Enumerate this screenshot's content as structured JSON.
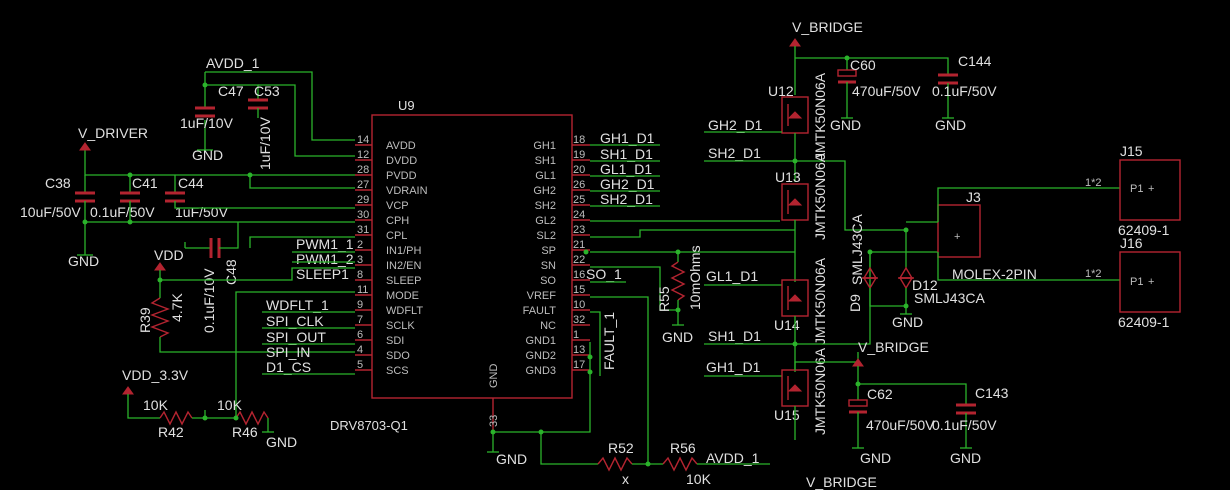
{
  "nets": {
    "avdd1": "AVDD_1",
    "vdriver": "V_DRIVER",
    "vdd": "VDD",
    "vdd33": "VDD_3.3V",
    "vbridge": "V_BRIDGE",
    "gnd": "GND",
    "gh1d1": "GH1_D1",
    "sh1d1": "SH1_D1",
    "gl1d1": "GL1_D1",
    "gh2d1": "GH2_D1",
    "sh2d1": "SH2_D1",
    "pwm11": "PWM1_1",
    "pwm12": "PWM1_2",
    "sleep1": "SLEEP1",
    "wdflt1": "WDFLT_1",
    "spiclk": "SPI_CLK",
    "spiout": "SPI_OUT",
    "spiin": "SPI_IN",
    "d1cs": "D1_CS",
    "so1": "SO_1",
    "fault1": "FAULT_1"
  },
  "ic": {
    "ref": "U9",
    "value": "DRV8703-Q1",
    "gnd_label": "GND",
    "left_pins": [
      {
        "num": "14",
        "name": "AVDD"
      },
      {
        "num": "12",
        "name": "DVDD"
      },
      {
        "num": "28",
        "name": "PVDD"
      },
      {
        "num": "27",
        "name": "VDRAIN"
      },
      {
        "num": "29",
        "name": "VCP"
      },
      {
        "num": "30",
        "name": "CPH"
      },
      {
        "num": "31",
        "name": "CPL"
      },
      {
        "num": "2",
        "name": "IN1/PH"
      },
      {
        "num": "3",
        "name": "IN2/EN"
      },
      {
        "num": "8",
        "name": "SLEEP"
      },
      {
        "num": "11",
        "name": "MODE"
      },
      {
        "num": "9",
        "name": "WDFLT"
      },
      {
        "num": "7",
        "name": "SCLK"
      },
      {
        "num": "6",
        "name": "SDI"
      },
      {
        "num": "4",
        "name": "SDO"
      },
      {
        "num": "5",
        "name": "SCS"
      }
    ],
    "right_pins": [
      {
        "num": "18",
        "name": "GH1"
      },
      {
        "num": "19",
        "name": "SH1"
      },
      {
        "num": "20",
        "name": "GL1"
      },
      {
        "num": "26",
        "name": "GH2"
      },
      {
        "num": "25",
        "name": "SH2"
      },
      {
        "num": "24",
        "name": "GL2"
      },
      {
        "num": "23",
        "name": "SL2"
      },
      {
        "num": "21",
        "name": "SP"
      },
      {
        "num": "22",
        "name": "SN"
      },
      {
        "num": "16",
        "name": "SO"
      },
      {
        "num": "15",
        "name": "VREF"
      },
      {
        "num": "10",
        "name": "FAULT"
      },
      {
        "num": "32",
        "name": "NC"
      },
      {
        "num": "1",
        "name": "GND1"
      },
      {
        "num": "13",
        "name": "GND2"
      },
      {
        "num": "17",
        "name": "GND3"
      }
    ],
    "bottom_pin": "33"
  },
  "caps": {
    "c47": {
      "ref": "C47",
      "value": "1uF/10V"
    },
    "c53": {
      "ref": "C53",
      "value": "1uF/10V"
    },
    "c38": {
      "ref": "C38",
      "value": "10uF/50V"
    },
    "c41": {
      "ref": "C41",
      "value": "0.1uF/50V"
    },
    "c44": {
      "ref": "C44",
      "value": "1uF/50V"
    },
    "c48": {
      "ref": "C48",
      "value": "0.1uF/10V"
    },
    "c60": {
      "ref": "C60",
      "value": "470uF/50V"
    },
    "c144": {
      "ref": "C144",
      "value": "0.1uF/50V"
    },
    "c62": {
      "ref": "C62",
      "value": "470uF/50V"
    },
    "c143": {
      "ref": "C143",
      "value": "0.1uF/50V"
    }
  },
  "resistors": {
    "r39": {
      "ref": "R39",
      "value": "4.7K"
    },
    "r42": {
      "ref": "R42",
      "value": "10K"
    },
    "r46": {
      "ref": "R46",
      "value": "10K"
    },
    "r55": {
      "ref": "R55",
      "value": "10mOhms"
    },
    "r52": {
      "ref": "R52",
      "value": "x"
    },
    "r56": {
      "ref": "R56",
      "value": "10K"
    }
  },
  "fets": {
    "u12": {
      "ref": "U12",
      "value": "JMTK50N06A"
    },
    "u13": {
      "ref": "U13",
      "value": "JMTK50N06A"
    },
    "u14": {
      "ref": "U14",
      "value": "JMTK50N06A"
    },
    "u15": {
      "ref": "U15",
      "value": "JMTK50N06A"
    }
  },
  "diodes": {
    "d9": {
      "ref": "D9",
      "value": "SMLJ43CA"
    },
    "d12": {
      "ref": "D12",
      "value": "SMLJ43CA"
    }
  },
  "connectors": {
    "j3": {
      "ref": "J3",
      "value": "MOLEX-2PIN"
    },
    "j15": {
      "ref": "J15",
      "value": "62409-1",
      "pin": "P1",
      "pinnum": "1*2"
    },
    "j16": {
      "ref": "J16",
      "value": "62409-1",
      "pin": "P1",
      "pinnum": "1*2"
    }
  },
  "colors": {
    "wire": "#2bb32b",
    "part": "#b32430",
    "text": "#e0e0e0",
    "background": "#000000"
  }
}
